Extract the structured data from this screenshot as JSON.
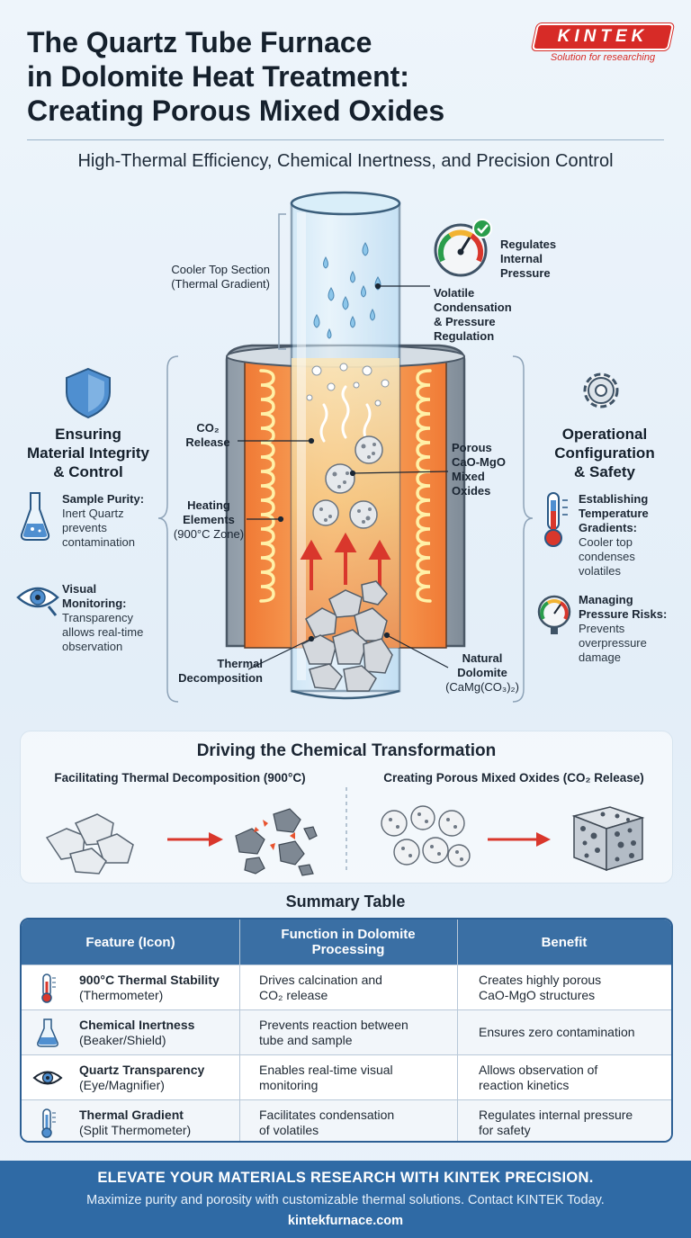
{
  "header": {
    "title_lines": [
      "The Quartz Tube Furnace",
      "in Dolomite Heat Treatment:",
      "Creating Porous Mixed Oxides"
    ],
    "subtitle": "High-Thermal Efficiency, Chemical Inertness, and Precision Control"
  },
  "brand": {
    "logo_text": "KINTEK",
    "tagline": "Solution for researching",
    "color": "#d72b27"
  },
  "diagram": {
    "cooler_top": [
      "Cooler Top Section",
      "(Thermal Gradient)"
    ],
    "regulates": [
      "Regulates",
      "Internal",
      "Pressure"
    ],
    "volatile": [
      "Volatile",
      "Condensation",
      "& Pressure",
      "Regulation"
    ],
    "co2": [
      "CO₂",
      "Release"
    ],
    "porous": [
      "Porous",
      "CaO-MgO",
      "Mixed",
      "Oxides"
    ],
    "heating": [
      "Heating",
      "Elements",
      "(900°C Zone)"
    ],
    "thermal_decomp": [
      "Thermal",
      "Decomposition"
    ],
    "dolomite": [
      "Natural",
      "Dolomite",
      "(CaMg(CO₃)₂)"
    ]
  },
  "left_section": {
    "title_lines": [
      "Ensuring",
      "Material Integrity",
      "& Control"
    ],
    "icon": "shield-icon",
    "items": [
      {
        "title": "Sample Purity:",
        "desc_lines": [
          "Inert Quartz",
          "prevents",
          "contamination"
        ],
        "icon": "flask-icon"
      },
      {
        "title": "Visual",
        "title2": "Monitoring:",
        "desc_lines": [
          "Transparency",
          "allows real-time",
          "observation"
        ],
        "icon": "eye-icon"
      }
    ]
  },
  "right_section": {
    "title_lines": [
      "Operational",
      "Configuration",
      "& Safety"
    ],
    "icon": "gear-icon",
    "items": [
      {
        "title_lines": [
          "Establishing",
          "Temperature",
          "Gradients:"
        ],
        "desc_lines": [
          "Cooler top",
          "condenses",
          "volatiles"
        ],
        "icon": "thermometer-icon"
      },
      {
        "title_lines": [
          "Managing",
          "Pressure Risks:"
        ],
        "desc_lines": [
          "Prevents",
          "overpressure",
          "damage"
        ],
        "icon": "pressure-gauge-icon"
      }
    ]
  },
  "transformation": {
    "title": "Driving the Chemical Transformation",
    "left": "Facilitating Thermal Decomposition (900°C)",
    "right": "Creating Porous Mixed Oxides (CO₂ Release)"
  },
  "summary": {
    "title": "Summary Table",
    "headers": [
      "Feature (Icon)",
      "Function in Dolomite Processing",
      "Benefit"
    ],
    "rows": [
      {
        "feature": "900°C Thermal Stability",
        "icon_label": "(Thermometer)",
        "function": [
          "Drives calcination and",
          "CO₂ release"
        ],
        "benefit": [
          "Creates highly porous",
          "CaO-MgO structures"
        ],
        "icon": "thermometer-icon"
      },
      {
        "feature": "Chemical Inertness",
        "icon_label": "(Beaker/Shield)",
        "function": [
          "Prevents reaction between",
          "tube and sample"
        ],
        "benefit": [
          "Ensures zero contamination"
        ],
        "icon": "beaker-icon"
      },
      {
        "feature": "Quartz Transparency",
        "icon_label": "(Eye/Magnifier)",
        "function": [
          "Enables real-time visual",
          "monitoring"
        ],
        "benefit": [
          "Allows observation of",
          "reaction kinetics"
        ],
        "icon": "eye-icon"
      },
      {
        "feature": "Thermal Gradient",
        "icon_label": "(Split Thermometer)",
        "function": [
          "Facilitates condensation",
          "of volatiles"
        ],
        "benefit": [
          "Regulates internal pressure",
          "for safety"
        ],
        "icon": "split-thermometer-icon"
      }
    ]
  },
  "footer": {
    "headline": "ELEVATE YOUR MATERIALS RESEARCH WITH KINTEK PRECISION.",
    "body": "Maximize purity and porosity with customizable thermal solutions. Contact KINTEK Today.",
    "url": "kintekfurnace.com"
  }
}
